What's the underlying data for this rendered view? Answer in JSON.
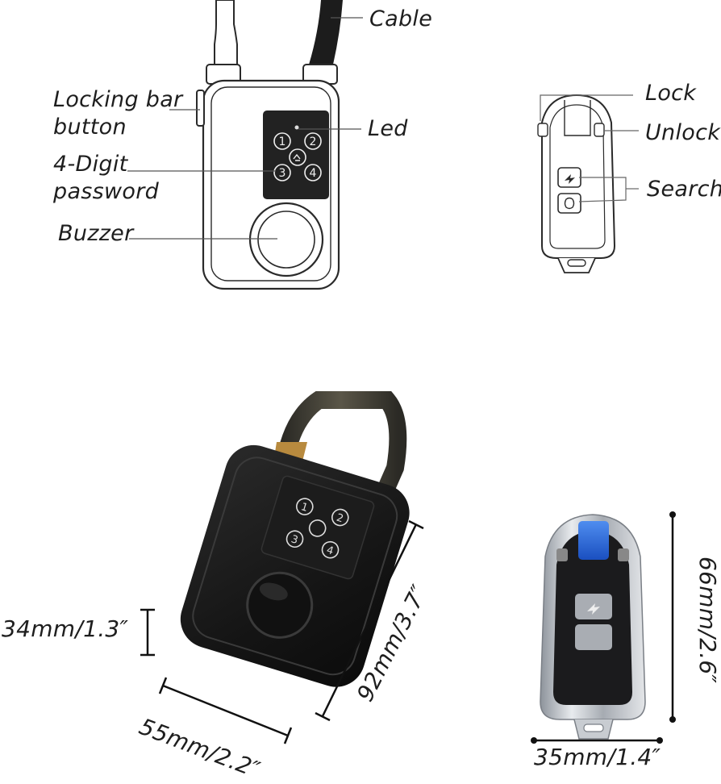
{
  "callouts": {
    "cable": "Cable",
    "locking_bar_button": "Locking bar\nbutton",
    "led": "Led",
    "password": "4-Digit\npassword",
    "buzzer": "Buzzer",
    "lock": "Lock",
    "unlock": "Unlock",
    "search": "Search"
  },
  "keypad": {
    "keys": [
      "1",
      "2",
      "3",
      "4"
    ]
  },
  "dimensions": {
    "lock_thickness": "34mm/1.3″",
    "lock_width": "55mm/2.2″",
    "lock_height": "92mm/3.7″",
    "remote_width": "35mm/1.4″",
    "remote_height": "66mm/2.6″"
  },
  "colors": {
    "line_art": "#2a2a2a",
    "keypad_panel": "#222222",
    "lock_body": "#1a1a1a",
    "remote_silver": "#b8bcc2",
    "remote_blue": "#1a5fd6"
  }
}
